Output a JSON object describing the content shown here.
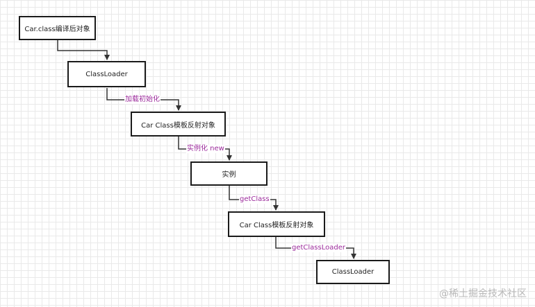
{
  "nodes": [
    {
      "id": "n1",
      "label": "Car.class编译后对象"
    },
    {
      "id": "n2",
      "label": "ClassLoader"
    },
    {
      "id": "n3",
      "label": "Car Class模板反射对象"
    },
    {
      "id": "n4",
      "label": "实例"
    },
    {
      "id": "n5",
      "label": "Car Class模板反射对象"
    },
    {
      "id": "n6",
      "label": "ClassLoader"
    }
  ],
  "edges": [
    {
      "from": "n1",
      "to": "n2",
      "label": ""
    },
    {
      "from": "n2",
      "to": "n3",
      "label": "加载初始化"
    },
    {
      "from": "n3",
      "to": "n4",
      "label": "实例化 new"
    },
    {
      "from": "n4",
      "to": "n5",
      "label": "getClass"
    },
    {
      "from": "n5",
      "to": "n6",
      "label": "getClassLoader"
    }
  ],
  "watermark": "@稀土掘金技术社区",
  "colors": {
    "edge_label": "#9b2a9b",
    "border": "#1a1a1a",
    "grid": "#e9e9e9"
  }
}
